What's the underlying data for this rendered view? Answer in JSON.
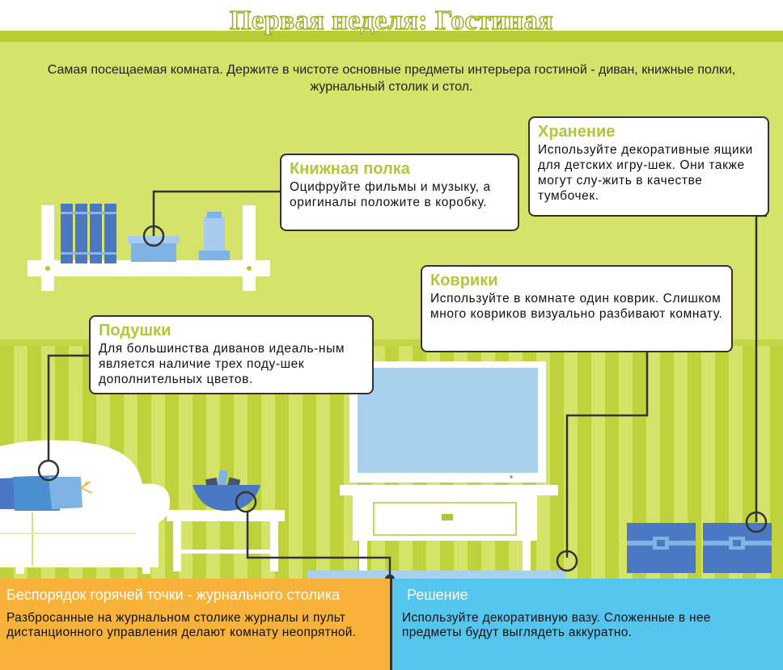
{
  "title": "Первая неделя:  Гостиная",
  "intro": "Самая посещаемая комната. Держите в чистоте основные предметы интерьера гостиной - диван, книжные полки, журнальный столик и стол.",
  "callouts": {
    "bookshelf": {
      "title": "Книжная полка",
      "text": "Оцифруйте фильмы и музыку, а оригиналы положите в коробку."
    },
    "storage": {
      "title": "Хранение",
      "text": "Используйте декоративные ящики для детских игру-шек. Они также могут слу-жить в качестве тумбочек."
    },
    "rugs": {
      "title": "Коврики",
      "text": "Используйте в комнате один коврик. Слишком много ковриков визуально разбивают комнату."
    },
    "pillows": {
      "title": "Подушки",
      "text": "Для большинства диванов идеаль-ным является наличие трех поду-шек дополнительных цветов."
    }
  },
  "hotspot": {
    "title": "Беспорядок горячей точки - журнального столика",
    "text": "Разбросанные на журнальном столике журналы и пульт дистанционного управления  делают комнату неопрятной."
  },
  "solution": {
    "title": "Решение",
    "text": "Используйте декоративную вазу. Сложенные в нее предметы будут выглядеть аккуратно."
  },
  "colors": {
    "wall": "#d6e36a",
    "stripe": "#bfd23c",
    "accent_green": "#b3c63a",
    "furniture": "#ffffff",
    "blue": "#4a8fd0",
    "orange": "#f8b239",
    "cyan": "#54c6ee"
  },
  "icons": [
    "book-icon",
    "box-icon",
    "jar-icon",
    "sofa-icon",
    "pillow-icon",
    "tv-icon",
    "coffee-table-icon",
    "bowl-icon",
    "chest-icon"
  ]
}
